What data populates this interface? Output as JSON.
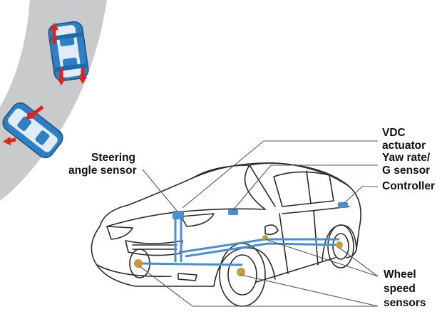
{
  "labels": {
    "steering": {
      "line1": "Steering",
      "line2": "angle sensor"
    },
    "vdc": {
      "line1": "VDC",
      "line2": "actuator"
    },
    "yaw": {
      "line1": "Yaw rate/",
      "line2": "G sensor"
    },
    "controller": {
      "line1": "Controller"
    },
    "wheel": {
      "line1": "Wheel",
      "line2": "speed",
      "line3": "sensors"
    }
  },
  "colors": {
    "road": "#c9cacb",
    "car_body": "#2e7fc4",
    "car_stripe": "#ffffff",
    "arrow": "#e2231a",
    "outline": "#2a2a2a",
    "sensor": "#4a8fd0",
    "leader_line": "#555555"
  },
  "icons": {
    "top_car": "car-top-view-icon",
    "bottom_car": "car-top-view-icon",
    "arrows": "force-arrow-icon"
  }
}
